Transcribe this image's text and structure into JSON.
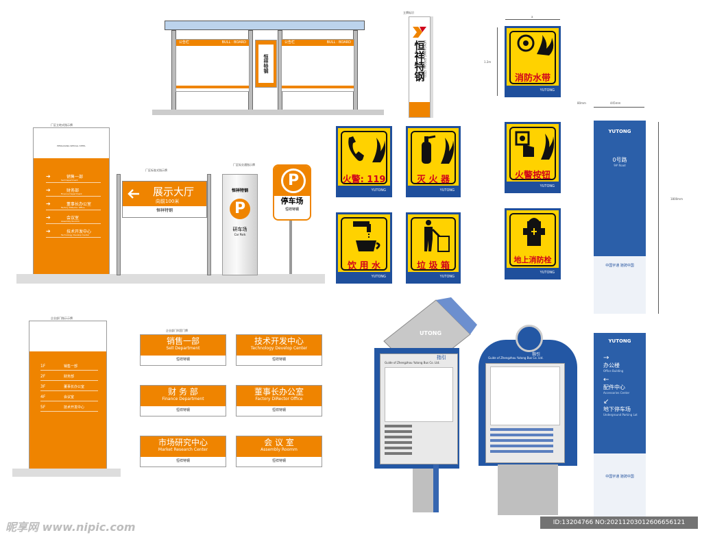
{
  "bulletin": {
    "title_left": "公告栏",
    "title_right": "公告栏",
    "sub_left": "BULL · BOARD",
    "sub_right": "BULL · BOARD",
    "brand": "恒祥特钢"
  },
  "totem_top": {
    "tag": "立牌标识",
    "brand_cn": "恒祥特钢",
    "brand_en": "HENGXIANG SPECIAL STEEL"
  },
  "hose_sign": {
    "height_label": "1.2m",
    "width_label": "a",
    "text": "消防水带",
    "foot": "YUTONG"
  },
  "blue_pillar": {
    "width_label": "445mm",
    "offset_label": "80mm",
    "height_label": "1800mm",
    "brand": "YUTONG",
    "building": "0号路",
    "building_en": "9# Road",
    "slogan": "中国宇通 驰骋中国"
  },
  "floor_index": {
    "caption": "厂区立地式指示牌",
    "header": "HENGXIANG SPECIAL STEEL",
    "items": [
      {
        "cn": "销售一部",
        "en": "Sell Department"
      },
      {
        "cn": "财务部",
        "en": "Finance Department"
      },
      {
        "cn": "董事长办公室",
        "en": "Factory DiRector Office"
      },
      {
        "cn": "会议室",
        "en": "Assembly Roomm"
      },
      {
        "cn": "技术开发中心",
        "en": "Technology Develop Center"
      }
    ]
  },
  "hall_sign": {
    "caption": "厂区标准式指示牌",
    "text": "展示大厅",
    "sub": "向前100米",
    "brand": "恒祥特钢"
  },
  "parking_pillar": {
    "caption": "厂区标交通指示牌",
    "brand": "恒祥特钢",
    "text": "研车场",
    "en": "Car Park"
  },
  "parking_sign": {
    "letter": "P",
    "text": "停车场",
    "brand": "恒祥特钢"
  },
  "safety_signs": [
    {
      "text": "火警: 119",
      "icon": "phone-fire-icon",
      "foot": "YUTONG"
    },
    {
      "text": "灭 火 器",
      "icon": "extinguisher-icon",
      "foot": "YUTONG"
    },
    {
      "text": "火警按钮",
      "icon": "alarm-button-icon",
      "foot": "YUTONG"
    },
    {
      "text": "饮 用 水",
      "icon": "water-tap-icon",
      "foot": "YUTONG"
    },
    {
      "text": "垃 圾 箱",
      "icon": "trash-bin-icon",
      "foot": "YUTONG"
    },
    {
      "text": "地上消防栓",
      "icon": "hydrant-icon",
      "foot": "YUTONG"
    }
  ],
  "door_index": {
    "caption": "企业部门指示示牌",
    "items": [
      {
        "floor": "1F",
        "cn": "销售一部"
      },
      {
        "floor": "2F",
        "cn": "财务部"
      },
      {
        "floor": "3F",
        "cn": "董事长办公室"
      },
      {
        "floor": "4F",
        "cn": "会议室"
      },
      {
        "floor": "5F",
        "cn": "技术开发中心"
      }
    ]
  },
  "dept_caption": "企业部门科室门牌",
  "dept_signs": [
    {
      "cn": "销售一部",
      "en": "Sell Department",
      "brand": "恒祥特钢"
    },
    {
      "cn": "技术开发中心",
      "en": "Technology Develop Center",
      "brand": "恒祥特钢"
    },
    {
      "cn": "财 务 部",
      "en": "Finance Department",
      "brand": "恒祥特钢"
    },
    {
      "cn": "董事长办公室",
      "en": "Factory DiRector Office",
      "brand": "恒祥特钢"
    },
    {
      "cn": "市场研究中心",
      "en": "Market Research Center",
      "brand": "恒祥特钢"
    },
    {
      "cn": "会 议 室",
      "en": "Assembly Roomm",
      "brand": "恒祥特钢"
    }
  ],
  "guide_board_a": {
    "brand": "UTONG",
    "title": "指引",
    "sub": "Guide of Zhengzhou Yutong Bus Co. Ltd."
  },
  "guide_board_b": {
    "title": "指引",
    "sub": "Guide of Zhengzhou Yutong Bus Co. Ltd."
  },
  "blue_pillar_2": {
    "brand": "YUTONG",
    "items": [
      {
        "cn": "办公楼",
        "en": "Office Building"
      },
      {
        "cn": "配件中心",
        "en": "Accessories Center"
      },
      {
        "cn": "地下停车场",
        "en": "Underground Parking Lot"
      }
    ],
    "slogan": "中国宇通 驰骋中国"
  },
  "watermark": {
    "logo": "昵享网 www.nipic.com",
    "id": "ID:13204766 NO:20211203012606656121"
  }
}
